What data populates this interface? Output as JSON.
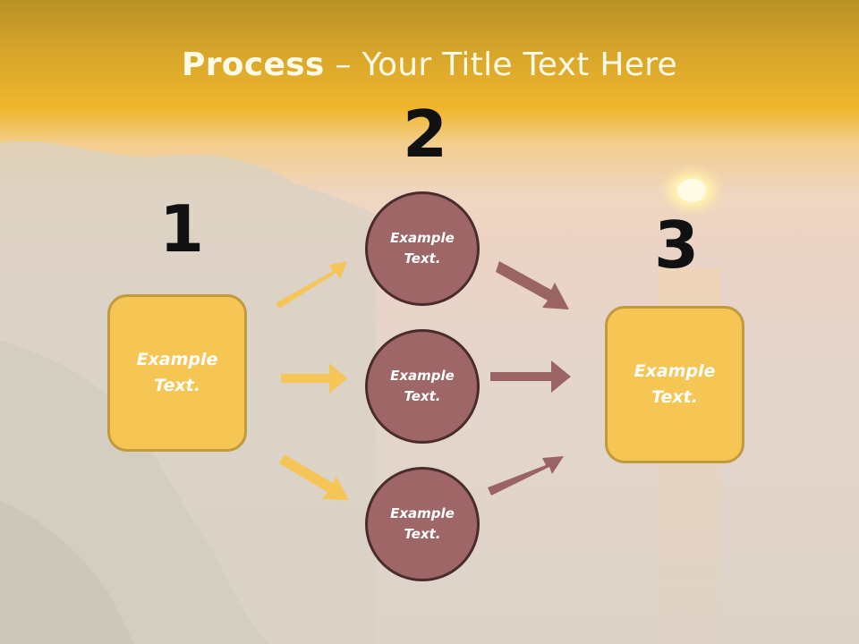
{
  "title": {
    "bold": "Process",
    "dash": "–",
    "rest": "Your Title Text Here"
  },
  "steps": [
    {
      "number": "1",
      "text_line1": "Example",
      "text_line2": "Text."
    },
    {
      "number": "2"
    },
    {
      "number": "3",
      "text_line1": "Example",
      "text_line2": "Text."
    }
  ],
  "circles": [
    {
      "text_line1": "Example",
      "text_line2": "Text."
    },
    {
      "text_line1": "Example",
      "text_line2": "Text."
    },
    {
      "text_line1": "Example",
      "text_line2": "Text."
    }
  ],
  "colors": {
    "box_fill": "#f6c654",
    "circle_fill": "#9e6666",
    "arrow_yellow": "#f5c558",
    "arrow_brown": "#9a6464"
  }
}
